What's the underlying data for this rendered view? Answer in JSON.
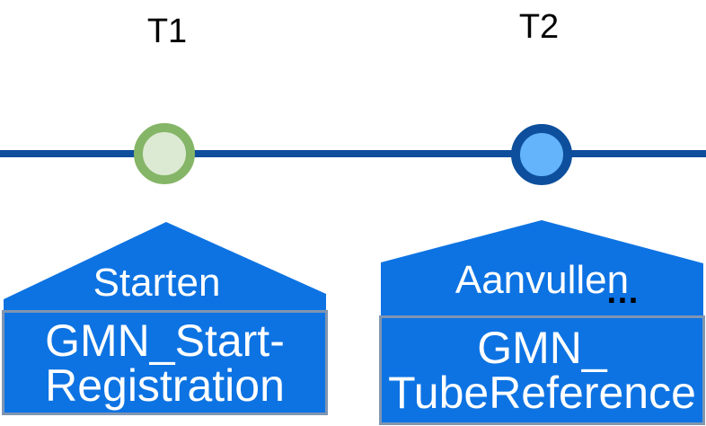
{
  "colors": {
    "shape_blue": "#0d73e3",
    "line_blue": "#0f4e9c",
    "box_border_gray": "#8095b0",
    "marker_t1_fill": "#dcead4",
    "marker_t1_border": "#85b566",
    "marker_t2_fill": "#63b4fa",
    "marker_t2_border": "#0d4f9c",
    "label_text": "#ffffff",
    "tick_text": "#000000"
  },
  "timeline": {
    "markers": [
      {
        "label": "T1"
      },
      {
        "label": "T2"
      }
    ]
  },
  "events": [
    {
      "action": "Starten",
      "message_lines": [
        "GMN_Start-",
        "Registration"
      ]
    },
    {
      "action": "Aanvullen",
      "suffix": "…",
      "message_lines": [
        "GMN_",
        "TubeReference"
      ]
    }
  ]
}
